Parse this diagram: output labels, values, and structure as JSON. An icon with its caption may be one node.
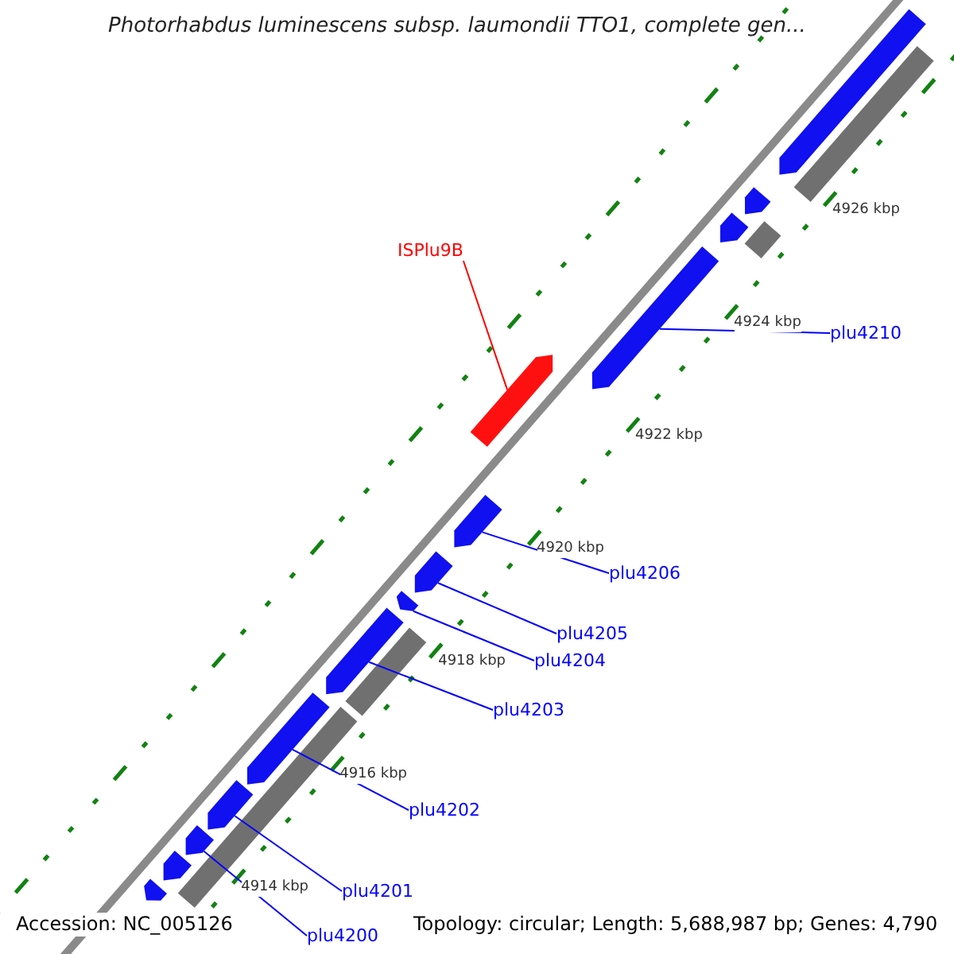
{
  "diagram": {
    "title": "Photorhabdus luminescens subsp. laumondii TTO1, complete gen...",
    "nodes": [
      {
        "text": [
          "ISPlu9B"
        ]
      },
      {
        "text": [
          "plu4210"
        ]
      },
      {
        "text": [
          "plu4206"
        ]
      },
      {
        "text": [
          "plu4205"
        ]
      },
      {
        "text": [
          "plu4204"
        ]
      },
      {
        "text": [
          "plu4203"
        ]
      },
      {
        "text": [
          "plu4202"
        ]
      },
      {
        "text": [
          "plu4201"
        ]
      },
      {
        "text": [
          "plu4200"
        ]
      },
      {
        "text": [],
        "shape": "bar"
      },
      {
        "text": [],
        "shape": "bar"
      },
      {
        "text": [],
        "shape": "bar"
      },
      {
        "text": [],
        "shape": "bar"
      },
      {
        "text": [],
        "shape": "bar"
      },
      {
        "text": [],
        "shape": "bar"
      },
      {
        "text": [],
        "shape": "bar"
      },
      {
        "text": [],
        "shape": "bar"
      },
      {
        "text": [],
        "shape": "bar"
      },
      {
        "text": [],
        "shape": "bar"
      },
      {
        "text": [],
        "shape": "bar"
      },
      {
        "text": [],
        "shape": "bar"
      },
      {
        "text": [],
        "shape": "bar"
      },
      {
        "text": [],
        "shape": "bar"
      },
      {
        "text": [],
        "shape": "bar"
      },
      {
        "text": [],
        "shape": "bar"
      },
      {
        "text": [],
        "shape": "bar"
      },
      {
        "text": [],
        "shape": "bar"
      }
    ],
    "edges": [
      {
        "from": 0,
        "to": 13,
        "arrow": "none",
        "color": "#ff0000"
      },
      {
        "from": 1,
        "to": 12,
        "arrow": "none"
      },
      {
        "from": 2,
        "to": 14,
        "arrow": "none"
      },
      {
        "from": 3,
        "to": 15,
        "arrow": "none"
      },
      {
        "from": 4,
        "to": 16,
        "arrow": "none"
      },
      {
        "from": 5,
        "to": 17,
        "arrow": "none"
      },
      {
        "from": 6,
        "to": 18,
        "arrow": "none"
      },
      {
        "from": 7,
        "to": 19,
        "arrow": "none"
      },
      {
        "from": 8,
        "to": 20,
        "arrow": "none"
      }
    ],
    "labels": [
      "4914 kbp",
      "4916 kbp",
      "4918 kbp",
      "4920 kbp",
      "4922 kbp",
      "4924 kbp",
      "4926 kbp",
      "Accession: NC_005126",
      "Topology: circular; Length: 5,688,987 bp; Genes: 4,790"
    ]
  }
}
